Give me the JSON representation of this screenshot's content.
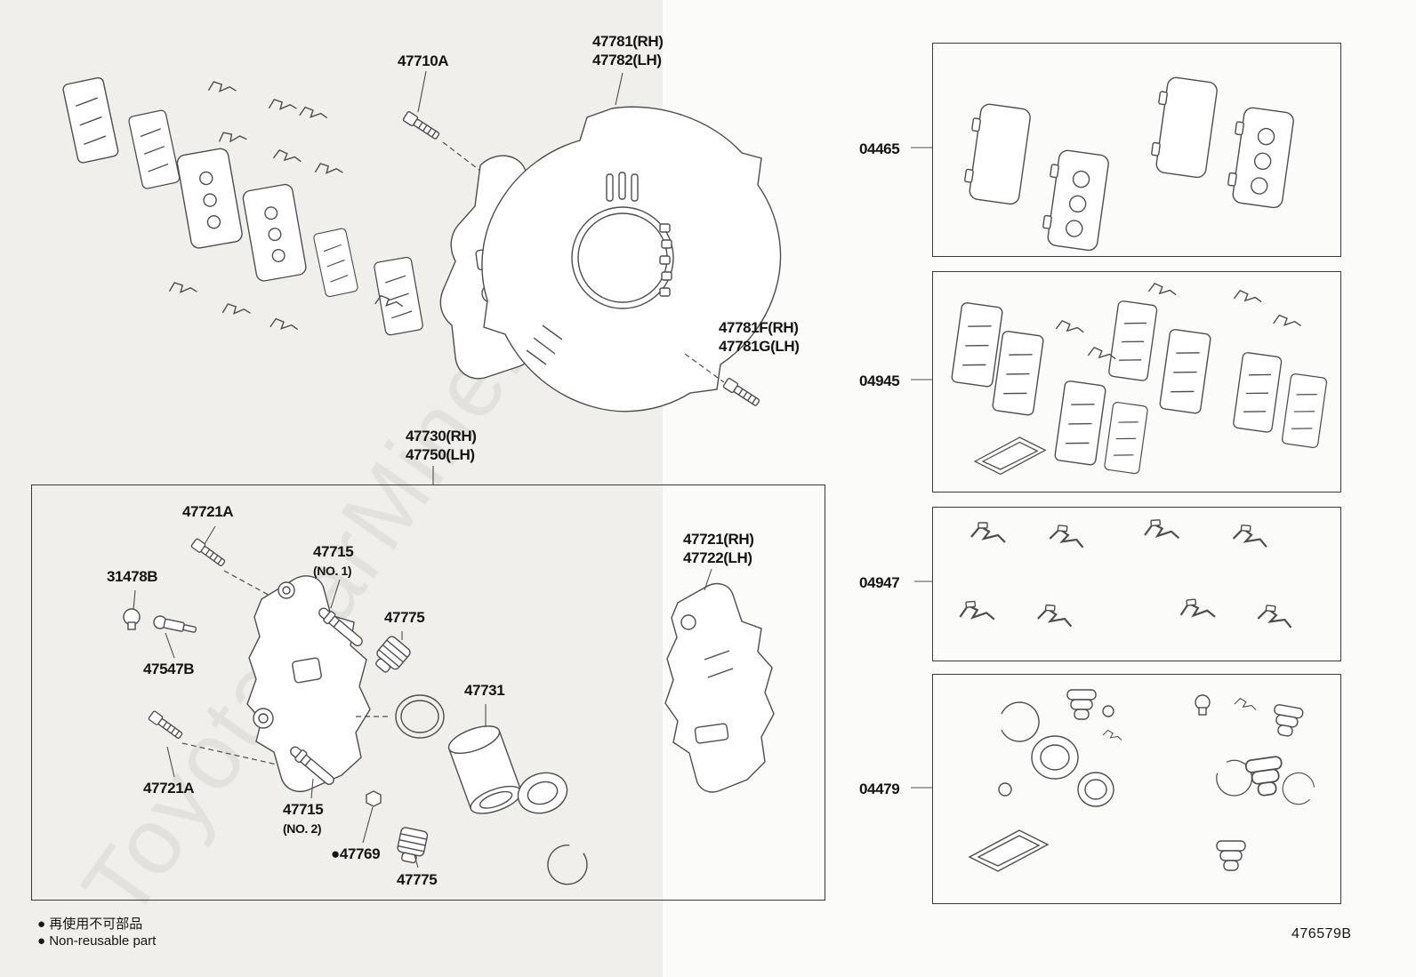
{
  "meta": {
    "diagram_code": "476579B",
    "watermark": "ToyotaCarMine.ru"
  },
  "parts": {
    "p47710A": "47710A",
    "p47781": "47781(RH)\n47782(LH)",
    "p47781F": "47781F(RH)\n47781G(LH)",
    "p47730": "47730(RH)\n47750(LH)",
    "p47721A_top": "47721A",
    "p31478B": "31478B",
    "p47715_no1": "47715",
    "p47715_no1_sub": "(NO. 1)",
    "p47547B": "47547B",
    "p47775_top": "47775",
    "p47721": "47721(RH)\n47722(LH)",
    "p47731": "47731",
    "p47721A_bottom": "47721A",
    "p47715_no2": "47715",
    "p47715_no2_sub": "(NO. 2)",
    "p47769": "●47769",
    "p47775_bottom": "47775"
  },
  "kits": {
    "k04465": "04465",
    "k04945": "04945",
    "k04947": "04947",
    "k04479": "04479"
  },
  "legend": {
    "jp_line": "● 再使用不可部品",
    "en_line": "● Non-reusable part"
  }
}
